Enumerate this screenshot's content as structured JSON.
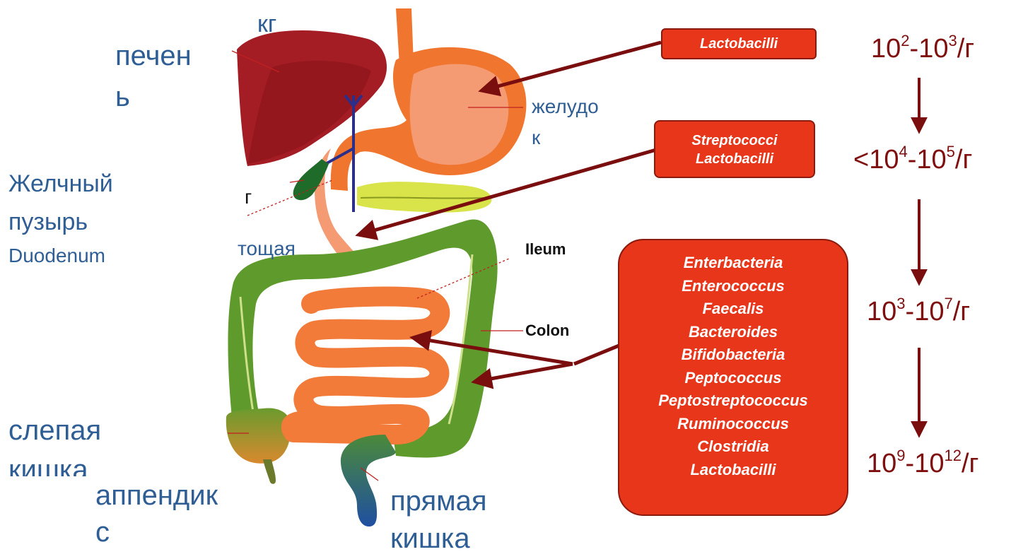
{
  "labels": {
    "kg": "кг",
    "liver_line1": "печен",
    "liver_line2": "ь",
    "stomach_line1": "желудо",
    "stomach_line2": "к",
    "gallbladder_line1": "Желчный",
    "gallbladder_line2": "пузырь",
    "duodenum": "Duodenum",
    "g_small": "г",
    "jejunum": "тощая",
    "ileum": "Ileum",
    "colon": "Colon",
    "cecum_line1": "слепая",
    "cecum_line2": "кишка",
    "appendix_line1": "аппендик",
    "appendix_line2": "с",
    "rectum_line1": "прямая",
    "rectum_line2": "кишка"
  },
  "boxes": [
    {
      "items": [
        "Lactobacilli"
      ]
    },
    {
      "items": [
        "Streptococci",
        "Lactobacilli"
      ]
    },
    {
      "items": [
        "Enterbacteria",
        "Enterococcus",
        "Faecalis",
        "Bacteroides",
        "Bifidobacteria",
        "Peptococcus",
        "Peptostreptococcus",
        "Ruminococcus",
        "Clostridia",
        "Lactobacilli"
      ]
    }
  ],
  "counts": [
    {
      "prefix": "",
      "a": "10",
      "a_exp": "2",
      "sep": "-",
      "b": "10",
      "b_exp": "3",
      "unit": "/г"
    },
    {
      "prefix": "<",
      "a": "10",
      "a_exp": "4",
      "sep": "-",
      "b": "10",
      "b_exp": "5",
      "unit": "/г"
    },
    {
      "prefix": "",
      "a": "10",
      "a_exp": "3",
      "sep": "-",
      "b": "10",
      "b_exp": "7",
      "unit": "/г"
    },
    {
      "prefix": "",
      "a": "10",
      "a_exp": "9",
      "sep": "-",
      "b": "10",
      "b_exp": "12",
      "unit": "/г"
    }
  ],
  "colors": {
    "text_blue": "#2f5e95",
    "count_red": "#7f0e0e",
    "box_red": "#e8361a",
    "arrow_dark": "#7a0d0d",
    "liver": "#a51d24",
    "stomach": "#f07a3e",
    "colon_green": "#5f9a2c",
    "small_intestine": "#f27b3a",
    "pancreas": "#d9e34a"
  }
}
